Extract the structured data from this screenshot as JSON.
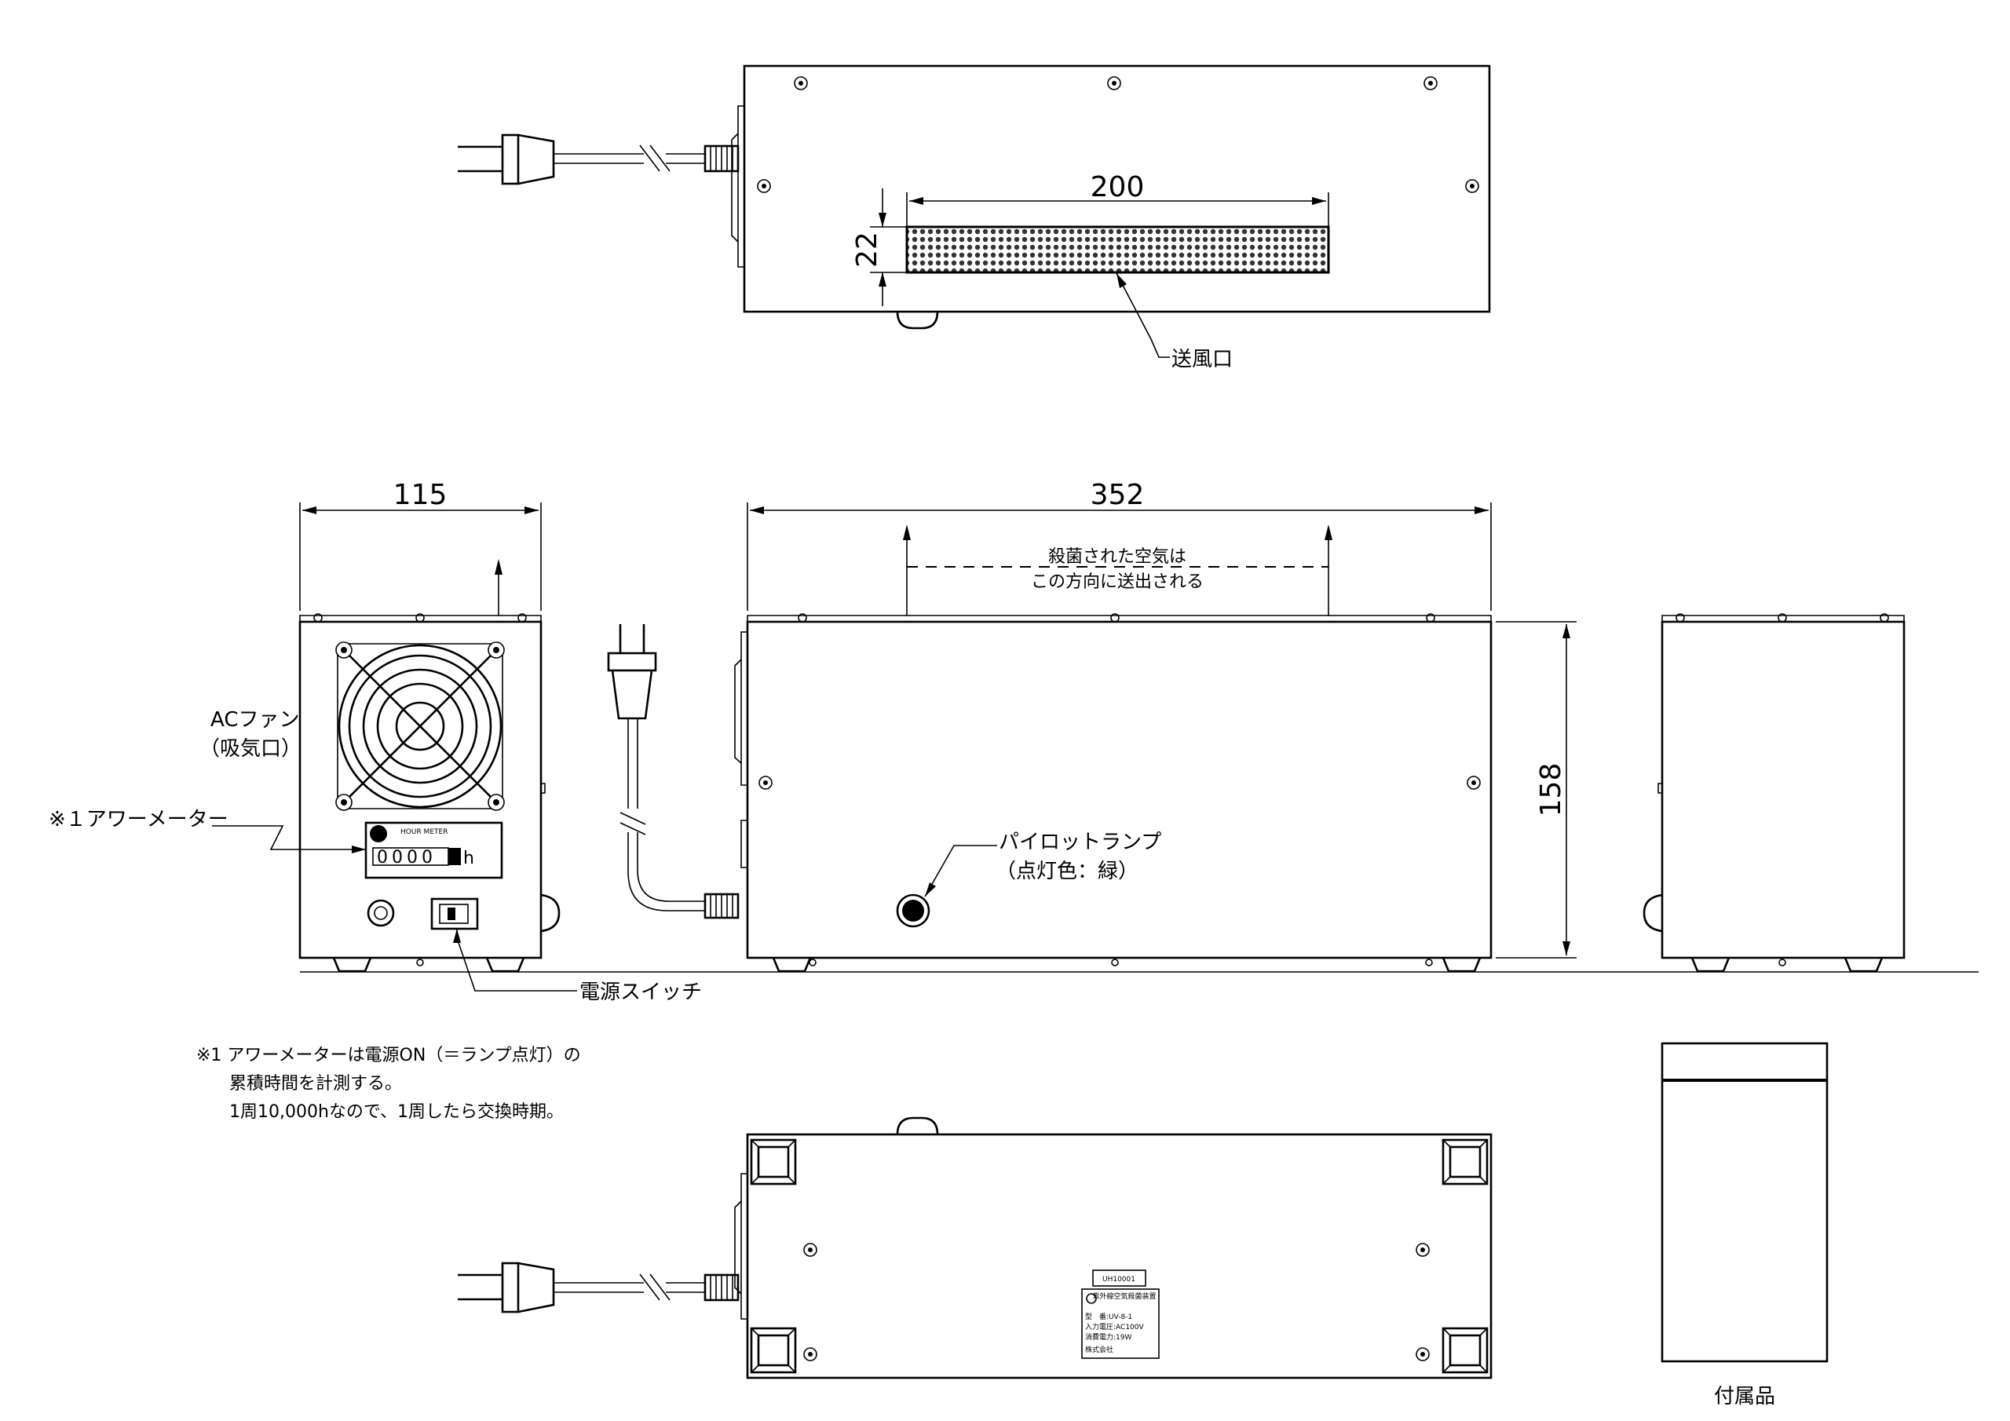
{
  "dimensions": {
    "top_width": "200",
    "top_height": "22",
    "side_width": "115",
    "front_width": "352",
    "front_height": "158"
  },
  "labels": {
    "outlet": "送風口",
    "airflow_line1": "殺菌された空気は",
    "airflow_line2": "この方向に送出される",
    "fan_line1": "ACファン",
    "fan_line2": "（吸気口）",
    "hour_meter_callout": "※１アワーメーター",
    "hour_meter_plate": "HOUR METER",
    "hour_meter_digits": "0000",
    "hour_meter_unit": "h",
    "power_switch": "電源スイッチ",
    "pilot_line1": "パイロットランプ",
    "pilot_line2": "（点灯色：緑）",
    "accessory": "付属品"
  },
  "note": {
    "line1": "※1 アワーメーターは電源ON（＝ランプ点灯）の",
    "line2": "累積時間を計測する。",
    "line3": "1周10,000hなので、1周したら交換時期。"
  },
  "nameplate": {
    "serial": "UH10001",
    "row1": "紫外線空気殺菌装置",
    "row2": "",
    "row3": "型　番:UV-8-1",
    "row4": "入力電圧:AC100V",
    "row5": "消費電力:19W",
    "row6": "株式会社"
  }
}
